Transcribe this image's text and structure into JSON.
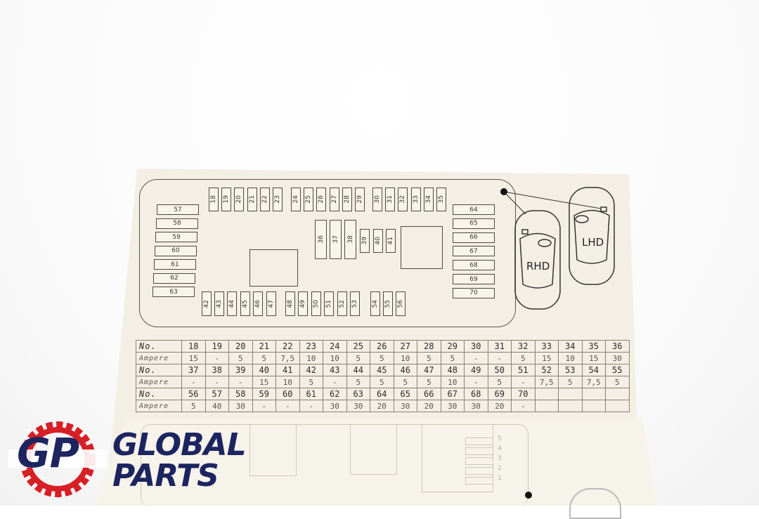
{
  "fuse_board": {
    "top_fuses": [
      "18",
      "19",
      "20",
      "21",
      "22",
      "23",
      "24",
      "25",
      "26",
      "27",
      "28",
      "29",
      "30",
      "31",
      "32",
      "33",
      "34",
      "35"
    ],
    "left_fuses": [
      "57",
      "58",
      "59",
      "60",
      "61",
      "62",
      "63"
    ],
    "right_fuses": [
      "64",
      "65",
      "66",
      "67",
      "68",
      "69",
      "70"
    ],
    "middle_tall_fuses": [
      "36",
      "37",
      "38"
    ],
    "middle_short_fuses": [
      "39",
      "40",
      "41"
    ],
    "bottom_fuses": [
      "42",
      "43",
      "44",
      "45",
      "46",
      "47",
      "48",
      "49",
      "50",
      "51",
      "52",
      "53",
      "54",
      "55",
      "56"
    ],
    "cars": {
      "rhd": "RHD",
      "lhd": "LHD"
    }
  },
  "fuse_table": {
    "rows": [
      [
        "No.",
        "18",
        "19",
        "20",
        "21",
        "22",
        "23",
        "24",
        "25",
        "26",
        "27",
        "28",
        "29",
        "30",
        "31",
        "32",
        "33",
        "34",
        "35",
        "36"
      ],
      [
        "Ampere",
        "15",
        "-",
        "5",
        "5",
        "7,5",
        "10",
        "10",
        "5",
        "5",
        "10",
        "5",
        "5",
        "-",
        "-",
        "5",
        "15",
        "10",
        "15",
        "30"
      ],
      [
        "No.",
        "37",
        "38",
        "39",
        "40",
        "41",
        "42",
        "43",
        "44",
        "45",
        "46",
        "47",
        "48",
        "49",
        "50",
        "51",
        "52",
        "53",
        "54",
        "55"
      ],
      [
        "Ampere",
        "-",
        "-",
        "-",
        "15",
        "10",
        "5",
        "-",
        "5",
        "5",
        "5",
        "5",
        "10",
        "-",
        "5",
        "-",
        "7,5",
        "5",
        "7,5",
        "5"
      ],
      [
        "No.",
        "56",
        "57",
        "58",
        "59",
        "60",
        "61",
        "62",
        "63",
        "64",
        "65",
        "66",
        "67",
        "68",
        "69",
        "70",
        "",
        "",
        "",
        ""
      ],
      [
        "Ampere",
        "5",
        "40",
        "30",
        "-",
        "-",
        "-",
        "30",
        "30",
        "20",
        "30",
        "20",
        "30",
        "30",
        "20",
        "-",
        "",
        "",
        "",
        ""
      ]
    ]
  },
  "lower_panel": {
    "relay_labels": [
      "5",
      "4",
      "3",
      "2",
      "1"
    ]
  },
  "logo": {
    "monogram": "GP",
    "line1": "GLOBAL",
    "line2": "PARTS",
    "colors": {
      "gear": "#d71f26",
      "text": "#1d2560"
    }
  }
}
